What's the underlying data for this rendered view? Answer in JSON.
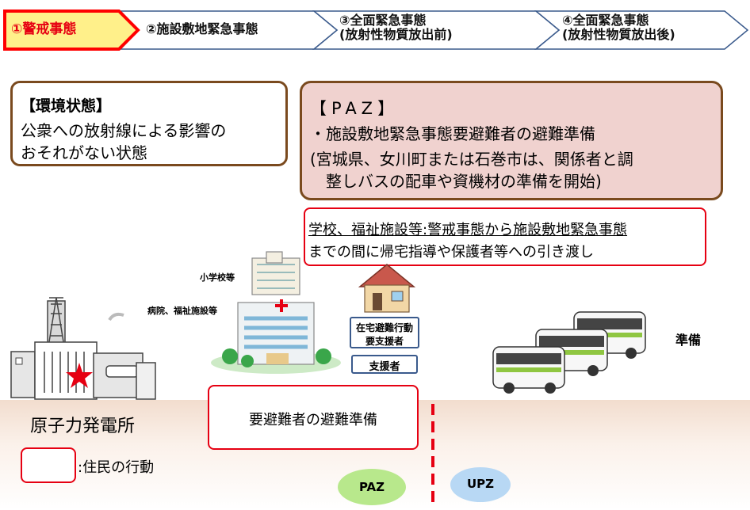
{
  "stages": [
    {
      "label": "①警戒事態",
      "active": true
    },
    {
      "label": "②施設敷地緊急事態"
    },
    {
      "line1": "③全面緊急事態",
      "line2": "(放射性物質放出前)"
    },
    {
      "line1": "④全面緊急事態",
      "line2": "(放射性物質放出後)"
    }
  ],
  "env_box": {
    "title": "【環境状態】",
    "line1": "公衆への放射線による影響の",
    "line2": "おそれがない状態"
  },
  "paz_box": {
    "title": "【PAZ】",
    "bullet": "・施設敷地緊急事態要避難者の避難準備",
    "note1": "(宮城県、女川町または石巻市は、関係者と調",
    "note2": "整しバスの配車や資機材の準備を開始)"
  },
  "school_box": {
    "line1": "学校、福祉施設等:警戒事態から施設敷地緊急事態",
    "line2": "までの間に帰宅指導や保護者等への引き渡し"
  },
  "labels": {
    "school": "小学校等",
    "hospital": "病院、福祉施設等",
    "home_support_1": "在宅避難行動",
    "home_support_2": "要支援者",
    "supporter": "支援者",
    "prepare": "準備",
    "power_plant": "原子力発電所",
    "evac_prep": "要避難者の避難準備",
    "legend": ":住民の行動",
    "paz": "PAZ",
    "upz": "UPZ"
  },
  "colors": {
    "active_stage": "#ff0000",
    "active_stage_bg": "#fff08a",
    "stage_border": "#3a5a8c",
    "box_border": "#7a4a1e",
    "paz_fill": "#f0d2cf",
    "red_border": "#e60012",
    "paz_circle": "#b8e88c",
    "upz_circle": "#b8d8f4"
  }
}
